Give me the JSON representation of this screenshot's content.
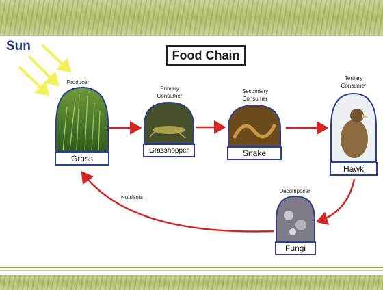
{
  "title": "Food Chain",
  "sun": {
    "label": "Sun"
  },
  "organisms": [
    {
      "role": "Producer",
      "name": "Grass"
    },
    {
      "role": "Primary\nConsumer",
      "name": "Grasshopper"
    },
    {
      "role": "Secondary\nConsumer",
      "name": "Snake"
    },
    {
      "role": "Tertiary\nConsumer",
      "name": "Hawk"
    },
    {
      "role": "Decomposer",
      "name": "Fungi"
    }
  ],
  "edges": [
    {
      "from": "Grass",
      "to": "Grasshopper"
    },
    {
      "from": "Grasshopper",
      "to": "Snake"
    },
    {
      "from": "Snake",
      "to": "Hawk"
    },
    {
      "from": "Hawk",
      "to": "Fungi"
    },
    {
      "from": "Fungi",
      "to": "Grass",
      "label": "Nutrients"
    }
  ],
  "colors": {
    "arrow": "#d42424",
    "label_border": "#2d3f8c",
    "sun_rays": "#f3f15a",
    "sun_text": "#233b82"
  }
}
